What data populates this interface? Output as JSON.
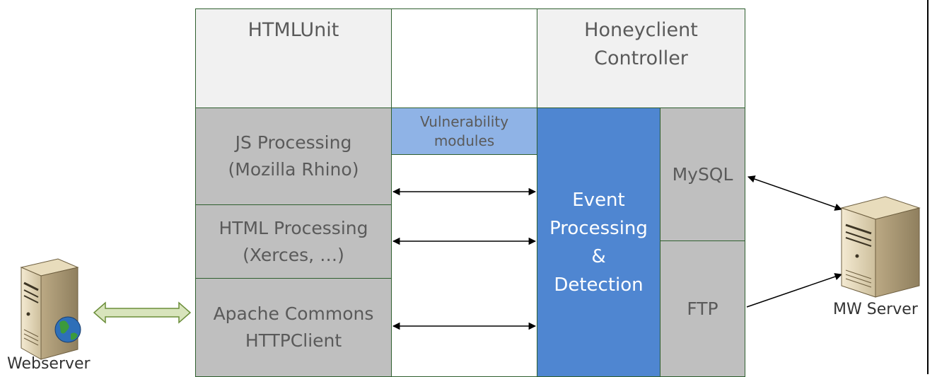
{
  "boxes": {
    "htmlunit": "HTMLUnit",
    "honeyclient_line1": "Honeyclient",
    "honeyclient_line2": "Controller",
    "vuln_line1": "Vulnerability",
    "vuln_line2": "modules",
    "js_line1": "JS Processing",
    "js_line2": "(Mozilla Rhino)",
    "html_line1": "HTML Processing",
    "html_line2": "(Xerces, …)",
    "apache_line1": "Apache Commons",
    "apache_line2": "HTTPClient",
    "event_line1": "Event",
    "event_line2": "Processing",
    "event_line3": "&",
    "event_line4": "Detection",
    "mysql": "MySQL",
    "ftp": "FTP"
  },
  "labels": {
    "webserver": "Webserver",
    "mw_server": "MW Server"
  },
  "icons": {
    "webserver": "server-with-globe-icon",
    "mw_server": "server-icon"
  },
  "colors": {
    "light": "#f1f1f1",
    "grey": "#bfbfbf",
    "blue": "#4f86d1",
    "light_blue": "#8fb3e6",
    "border": "#2f5f2f"
  }
}
